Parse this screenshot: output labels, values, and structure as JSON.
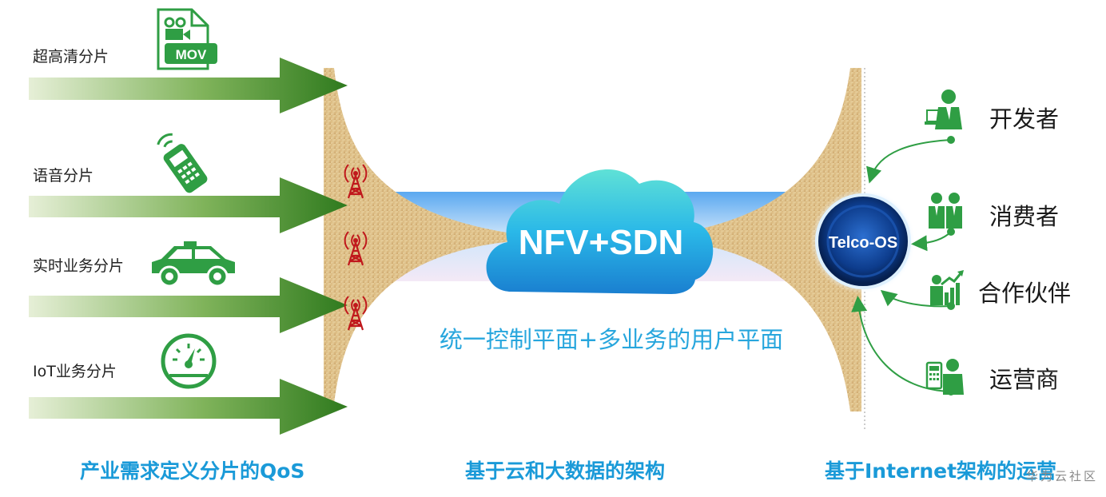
{
  "slices": [
    {
      "label": "超高清分片",
      "icon": "mov-file-icon",
      "icon_text": "MOV"
    },
    {
      "label": "语音分片",
      "icon": "phone-icon"
    },
    {
      "label": "实时业务分片",
      "icon": "car-icon"
    },
    {
      "label": "IoT业务分片",
      "icon": "gauge-icon"
    }
  ],
  "cloud": {
    "label": "NFV+SDN",
    "caption": "统一控制平面+多业务的用户平面"
  },
  "hub": {
    "label": "Telco-OS"
  },
  "roles": [
    {
      "label": "开发者",
      "icon": "developer-icon"
    },
    {
      "label": "消费者",
      "icon": "consumers-icon"
    },
    {
      "label": "合作伙伴",
      "icon": "partner-chart-icon"
    },
    {
      "label": "运营商",
      "icon": "operator-icon"
    }
  ],
  "footers": [
    {
      "text": "产业需求定义分片的QoS"
    },
    {
      "text": "基于云和大数据的架构"
    },
    {
      "text": "基于Internet架构的运营"
    }
  ],
  "watermark": "华为云社区",
  "colors": {
    "arrow_dark": "#2f7a1e",
    "arrow_light": "#e6efd7",
    "cloud": "#2ab8e8",
    "sky_band": "#5aa8f0",
    "texture": "#d9b77e",
    "tower": "#c0181c",
    "accent_green": "#2f9e44",
    "footer_text": "#1a9ad8",
    "hub_dark": "#0a2d6b"
  }
}
